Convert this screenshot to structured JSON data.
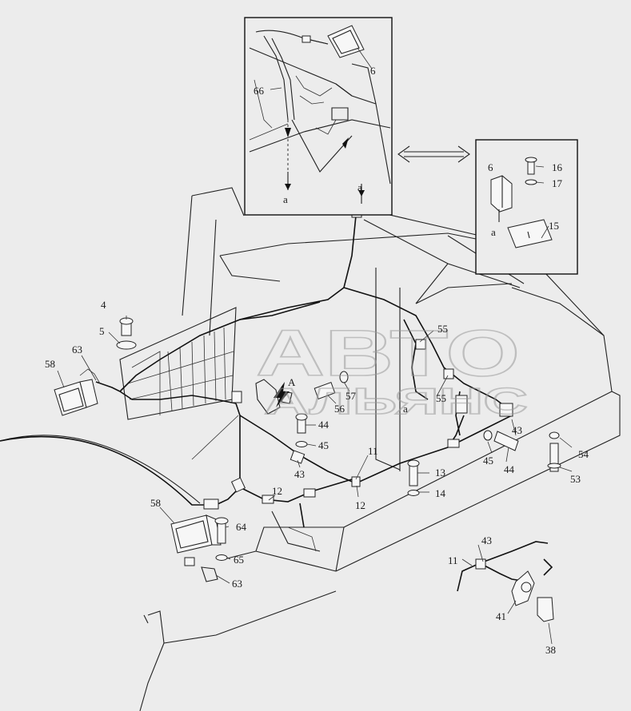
{
  "watermark": {
    "line1": "АВТО",
    "line2": "АЛЬЯНС"
  },
  "letters": {
    "a1": "a",
    "a2": "a",
    "a3": "a",
    "a4": "a",
    "A": "A"
  },
  "part_labels": {
    "p6_top": "6",
    "p66": "66",
    "p6_det": "6",
    "p16": "16",
    "p17": "17",
    "p15": "15",
    "p4": "4",
    "p5": "5",
    "p63_l": "63",
    "p58_l": "58",
    "p55_a": "55",
    "p55_b": "55",
    "p57": "57",
    "p56": "56",
    "p44_c": "44",
    "p45_c": "45",
    "p43_c": "43",
    "p11_c": "11",
    "p13": "13",
    "p14": "14",
    "p12_a": "12",
    "p12_b": "12",
    "p43_r": "43",
    "p45_r": "45",
    "p44_r": "44",
    "p54": "54",
    "p53": "53",
    "p58_b": "58",
    "p64": "64",
    "p65": "65",
    "p63_b": "63",
    "p43_i": "43",
    "p11_i": "11",
    "p41": "41",
    "p38": "38"
  }
}
